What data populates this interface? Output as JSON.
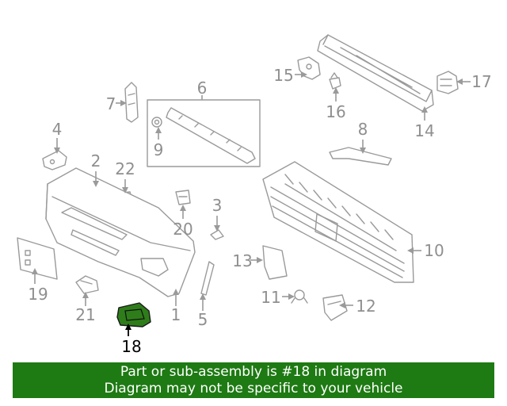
{
  "callouts": {
    "c1": "1",
    "c2": "2",
    "c3": "3",
    "c4": "4",
    "c5": "5",
    "c6": "6",
    "c7": "7",
    "c8": "8",
    "c9": "9",
    "c10": "10",
    "c11": "11",
    "c12": "12",
    "c13": "13",
    "c14": "14",
    "c15": "15",
    "c16": "16",
    "c17": "17",
    "c18": "18",
    "c19": "19",
    "c20": "20",
    "c21": "21",
    "c22": "22"
  },
  "highlight": {
    "part": "18",
    "color": "#2e7d1a"
  },
  "banner": {
    "line1": "Part or sub-assembly is #18 in diagram",
    "line2": "Diagram may not be specific to your vehicle",
    "background": "#1e7a13",
    "text_color": "#ffffff"
  }
}
